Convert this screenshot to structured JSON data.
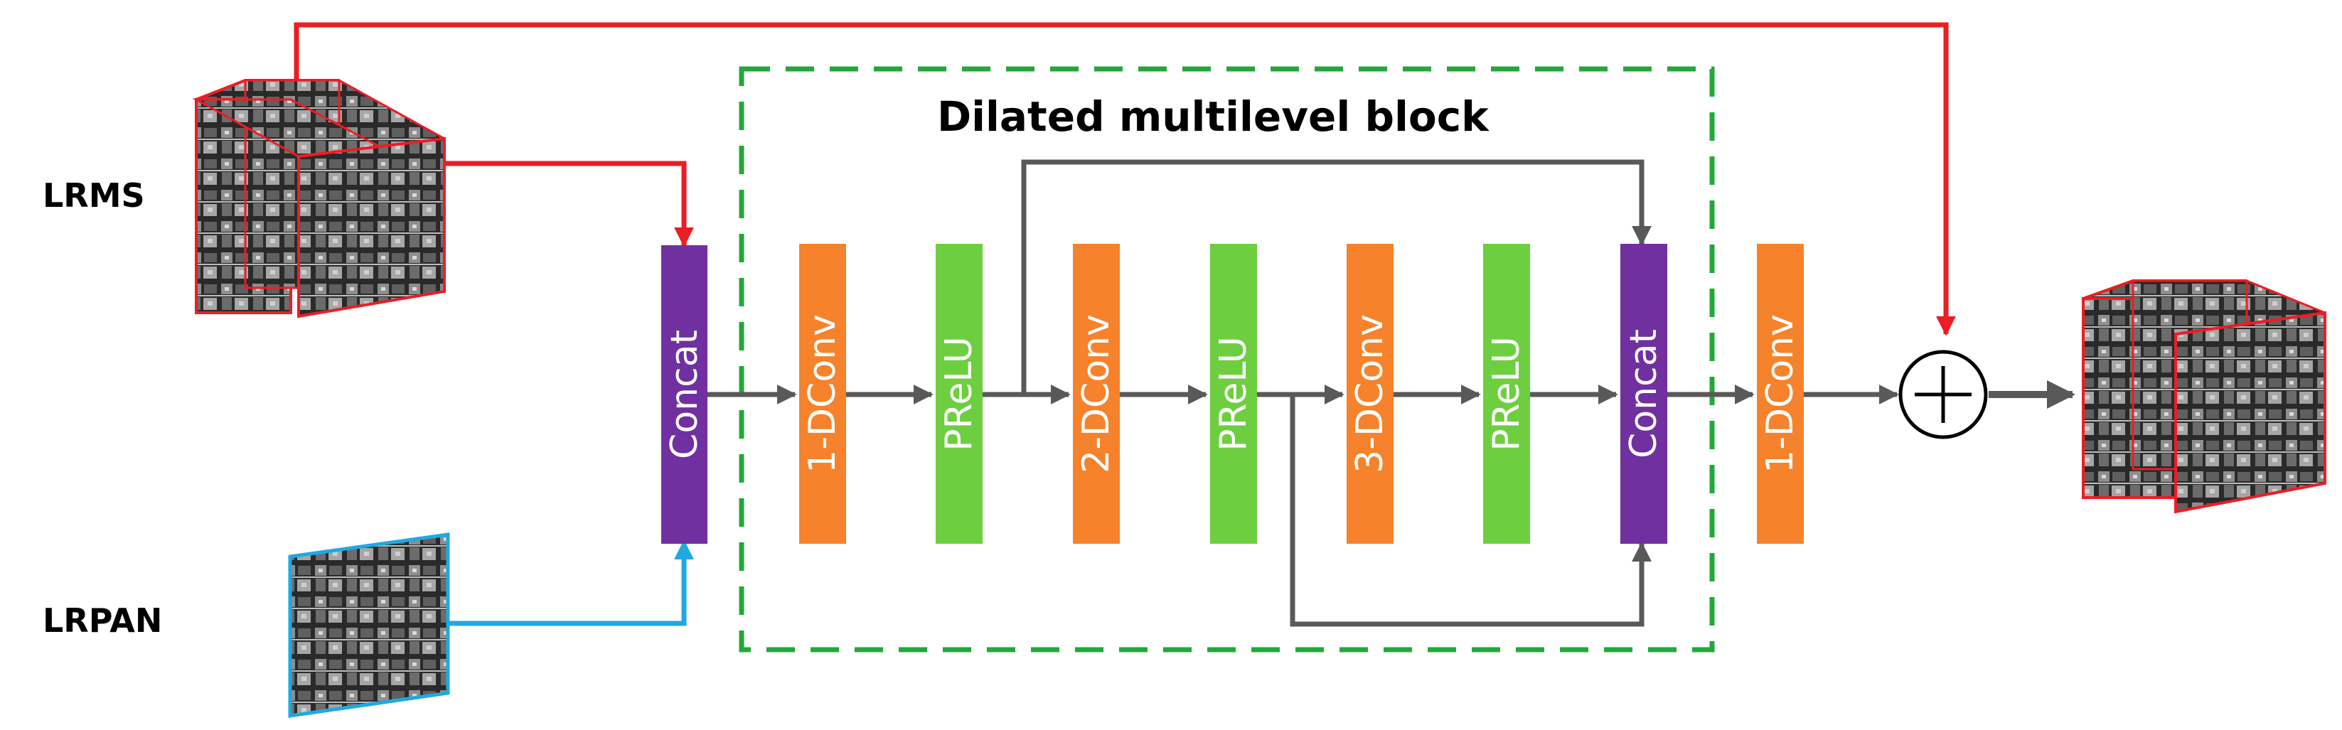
{
  "inputs": {
    "lrms_label": "LRMS",
    "lrpan_label": "LRPAN"
  },
  "block": {
    "title": "Dilated multilevel block"
  },
  "layers": [
    {
      "label": "Concat",
      "kind": "concat"
    },
    {
      "label": "1-DConv",
      "kind": "conv"
    },
    {
      "label": "PReLU",
      "kind": "activation"
    },
    {
      "label": "2-DConv",
      "kind": "conv"
    },
    {
      "label": "PReLU",
      "kind": "activation"
    },
    {
      "label": "3-DConv",
      "kind": "conv"
    },
    {
      "label": "PReLU",
      "kind": "activation"
    },
    {
      "label": "Concat",
      "kind": "concat"
    },
    {
      "label": "1-DConv",
      "kind": "conv"
    }
  ],
  "operator": {
    "symbol": "+",
    "name": "elementwise-add"
  },
  "colors": {
    "concat": "#7030a0",
    "conv": "#f6822b",
    "activation": "#6dcf3f",
    "lrms_path": "#ee1c24",
    "lrpan_path": "#1fa9e1",
    "flow_arrow": "#595959",
    "block_border": "#22a83a"
  },
  "icons": [
    "lrms-image-cube-icon",
    "lrpan-image-icon",
    "output-image-cube-icon",
    "add-operator-icon"
  ]
}
